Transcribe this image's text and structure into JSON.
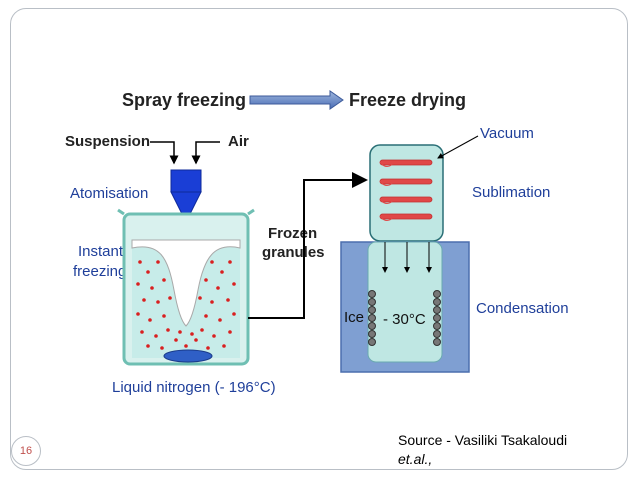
{
  "header": {
    "left": "Spray freezing",
    "right": "Freeze drying"
  },
  "labels": {
    "suspension": "Suspension",
    "air": "Air",
    "atomisation": "Atomisation",
    "instant_line1": "Instant",
    "instant_line2": "freezing",
    "frozen_line1": "Frozen",
    "frozen_line2": "granules",
    "liquid_nitrogen": "Liquid nitrogen (- 196°C)",
    "vacuum": "Vacuum",
    "sublimation": "Sublimation",
    "condensation": "Condensation",
    "ice": "Ice",
    "temperature": "- 30°C"
  },
  "footer": {
    "source_line1": "Source - Vasiliki Tsakaloudi",
    "source_line2": "et.al.,",
    "slide_number": "16"
  },
  "colors": {
    "label_blue": "#1f3f9a",
    "dot_red": "#d92020",
    "nozzle_blue": "#1a3ed6",
    "condenser_fill": "#7f9fd2",
    "chamber_fill": "#c7ece9",
    "drying_fill": "#bfe7e3"
  }
}
